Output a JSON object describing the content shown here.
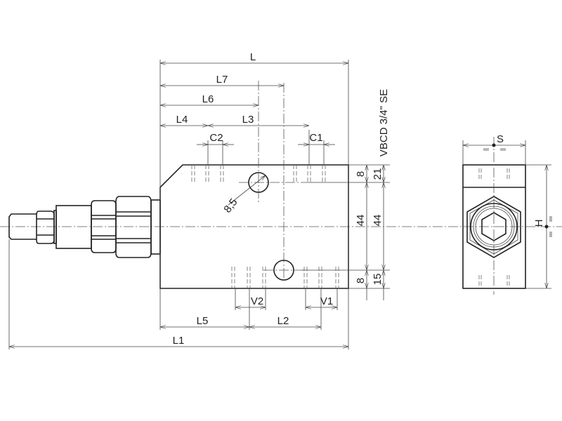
{
  "model_label": "VBCD 3/4\" SE",
  "dimensions": {
    "L": "L",
    "L7": "L7",
    "L6": "L6",
    "L4": "L4",
    "L3": "L3",
    "C2": "C2",
    "C1": "C1",
    "V2": "V2",
    "V1": "V1",
    "L5": "L5",
    "L2": "L2",
    "L1": "L1",
    "hole_dia": "8,5",
    "left_top": "8",
    "left_mid": "44",
    "left_bot": "8",
    "right_top": "21",
    "right_mid": "44",
    "right_bot": "15",
    "S": "S",
    "H": "H"
  }
}
